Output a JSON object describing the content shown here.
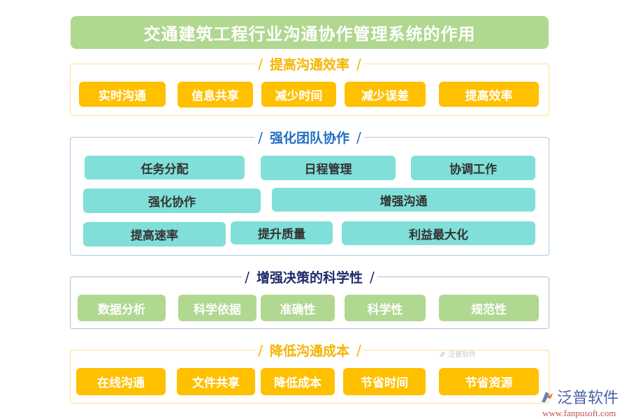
{
  "title": "交通建筑工程行业沟通协作管理系统的作用",
  "colors": {
    "title_bg": "#b0d890",
    "yellow": "#ffc000",
    "teal": "#80dfd8",
    "green": "#b0d890",
    "blue_title": "#1f6fc2",
    "navy_title": "#1f2a6b",
    "orange_title": "#f5b400"
  },
  "sections": [
    {
      "title": "提高沟通效率",
      "items": [
        "实时沟通",
        "信息共享",
        "减少时间",
        "减少误差",
        "提高效率"
      ]
    },
    {
      "title": "强化团队协作",
      "items": [
        "任务分配",
        "日程管理",
        "协调工作",
        "强化协作",
        "增强沟通",
        "提高速率",
        "提升质量",
        "利益最大化"
      ]
    },
    {
      "title": "增强决策的科学性",
      "items": [
        "数据分析",
        "科学依据",
        "准确性",
        "科学性",
        "规范性"
      ]
    },
    {
      "title": "降低沟通成本",
      "items": [
        "在线沟通",
        "文件共享",
        "降低成本",
        "节省时间",
        "节省资源"
      ]
    }
  ],
  "watermark": {
    "brand": "泛普软件",
    "url": "www.fanpusoft.com"
  }
}
